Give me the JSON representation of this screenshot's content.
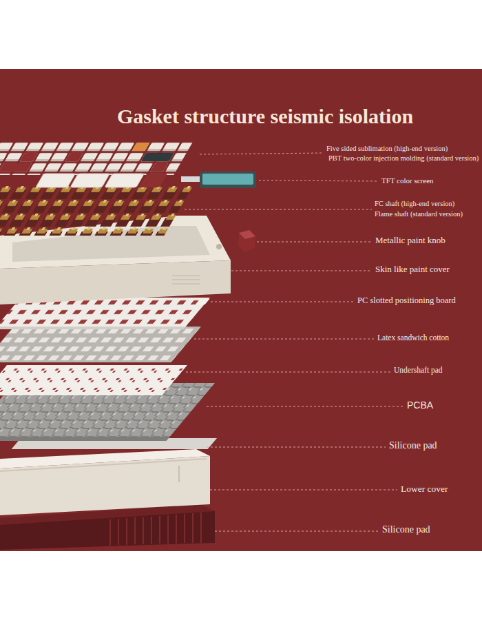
{
  "diagram": {
    "title": "Gasket structure seismic isolation",
    "labels": [
      "Five sided sublimation (high-end version)",
      "PBT two-color injection molding (standard version)",
      "TFT color screen",
      "FC shaft (high-end version)",
      "Flame shaft (standard version)",
      "Metallic paint knob",
      "Skin like paint cover",
      "PC slotted positioning board",
      "Latex sandwich cotton",
      "Undershaft pad",
      "PCBA",
      "Silicone pad",
      "Lower cover",
      "Silicone pad"
    ]
  }
}
